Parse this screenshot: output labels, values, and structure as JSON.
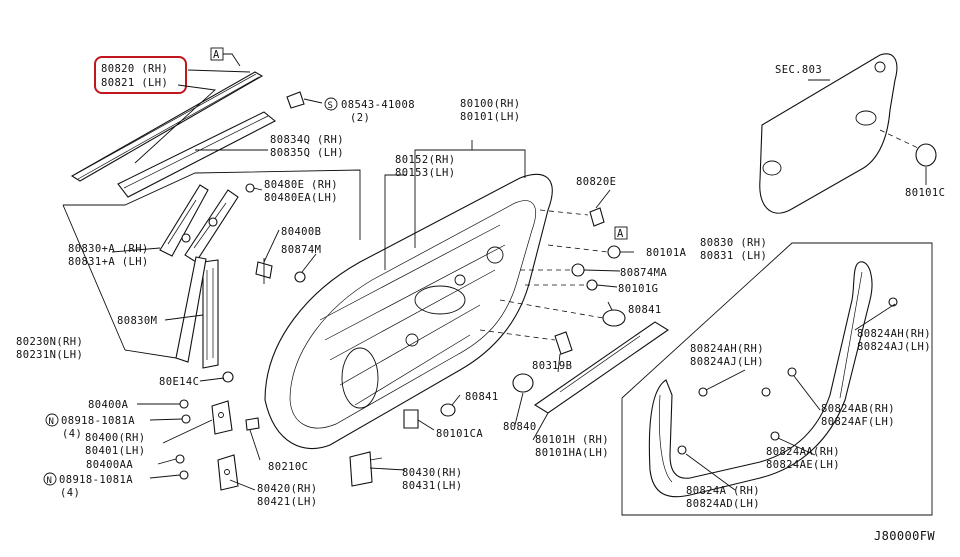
{
  "diagram": {
    "highlight_color": "#c0161c",
    "drawing_code": "J80000FW",
    "section_ref": "SEC.803",
    "ref_marker": "A",
    "labels": {
      "l80820": "80820 (RH)",
      "l80821": "80821 (LH)",
      "l08543": "08543-41008",
      "l08543q": "(2)",
      "l80834q": "80834Q (RH)",
      "l80835q": "80835Q (LH)",
      "l80480e": "80480E (RH)",
      "l80480ea": "80480EA(LH)",
      "l80830a": "80830+A (RH)",
      "l80831a": "80831+A (LH)",
      "l80400b": "80400B",
      "l80874m": "80874M",
      "l80830m": "80830M",
      "l80230n": "80230N(RH)",
      "l80231n": "80231N(LH)",
      "l80e14c": "80E14C",
      "l80400a": "80400A",
      "l08918a": "08918-1081A",
      "l08918aq": "(4)",
      "l80400": "80400(RH)",
      "l80401": "80401(LH)",
      "l80400aa": "80400AA",
      "l08918b": "08918-1081A",
      "l08918bq": "(4)",
      "l80210c": "80210C",
      "l80420": "80420(RH)",
      "l80421": "80421(LH)",
      "l80430": "80430(RH)",
      "l80431": "80431(LH)",
      "l80841a": "80841",
      "l80101ca": "80101CA",
      "l80840": "80840",
      "l80101h": "80101H (RH)",
      "l80101ha": "80101HA(LH)",
      "l80319b": "80319B",
      "l80841b": "80841",
      "l80101g": "80101G",
      "l80874ma": "80874MA",
      "l80101a": "80101A",
      "l80820e": "80820E",
      "l80152": "80152(RH)",
      "l80153": "80153(LH)",
      "l80100": "80100(RH)",
      "l80101": "80101(LH)",
      "l80101c": "80101C",
      "l80830": "80830 (RH)",
      "l80831": "80831 (LH)",
      "l80824ah": "80824AH(RH)",
      "l80824aj": "80824AJ(LH)",
      "l80824ah2": "80824AH(RH)",
      "l80824aj2": "80824AJ(LH)",
      "l80824ab": "80824AB(RH)",
      "l80824af": "80824AF(LH)",
      "l80824aa": "80824AA(RH)",
      "l80824ae": "80824AE(LH)",
      "l80824a": "80824A (RH)",
      "l80824ad": "80824AD(LH)"
    }
  }
}
